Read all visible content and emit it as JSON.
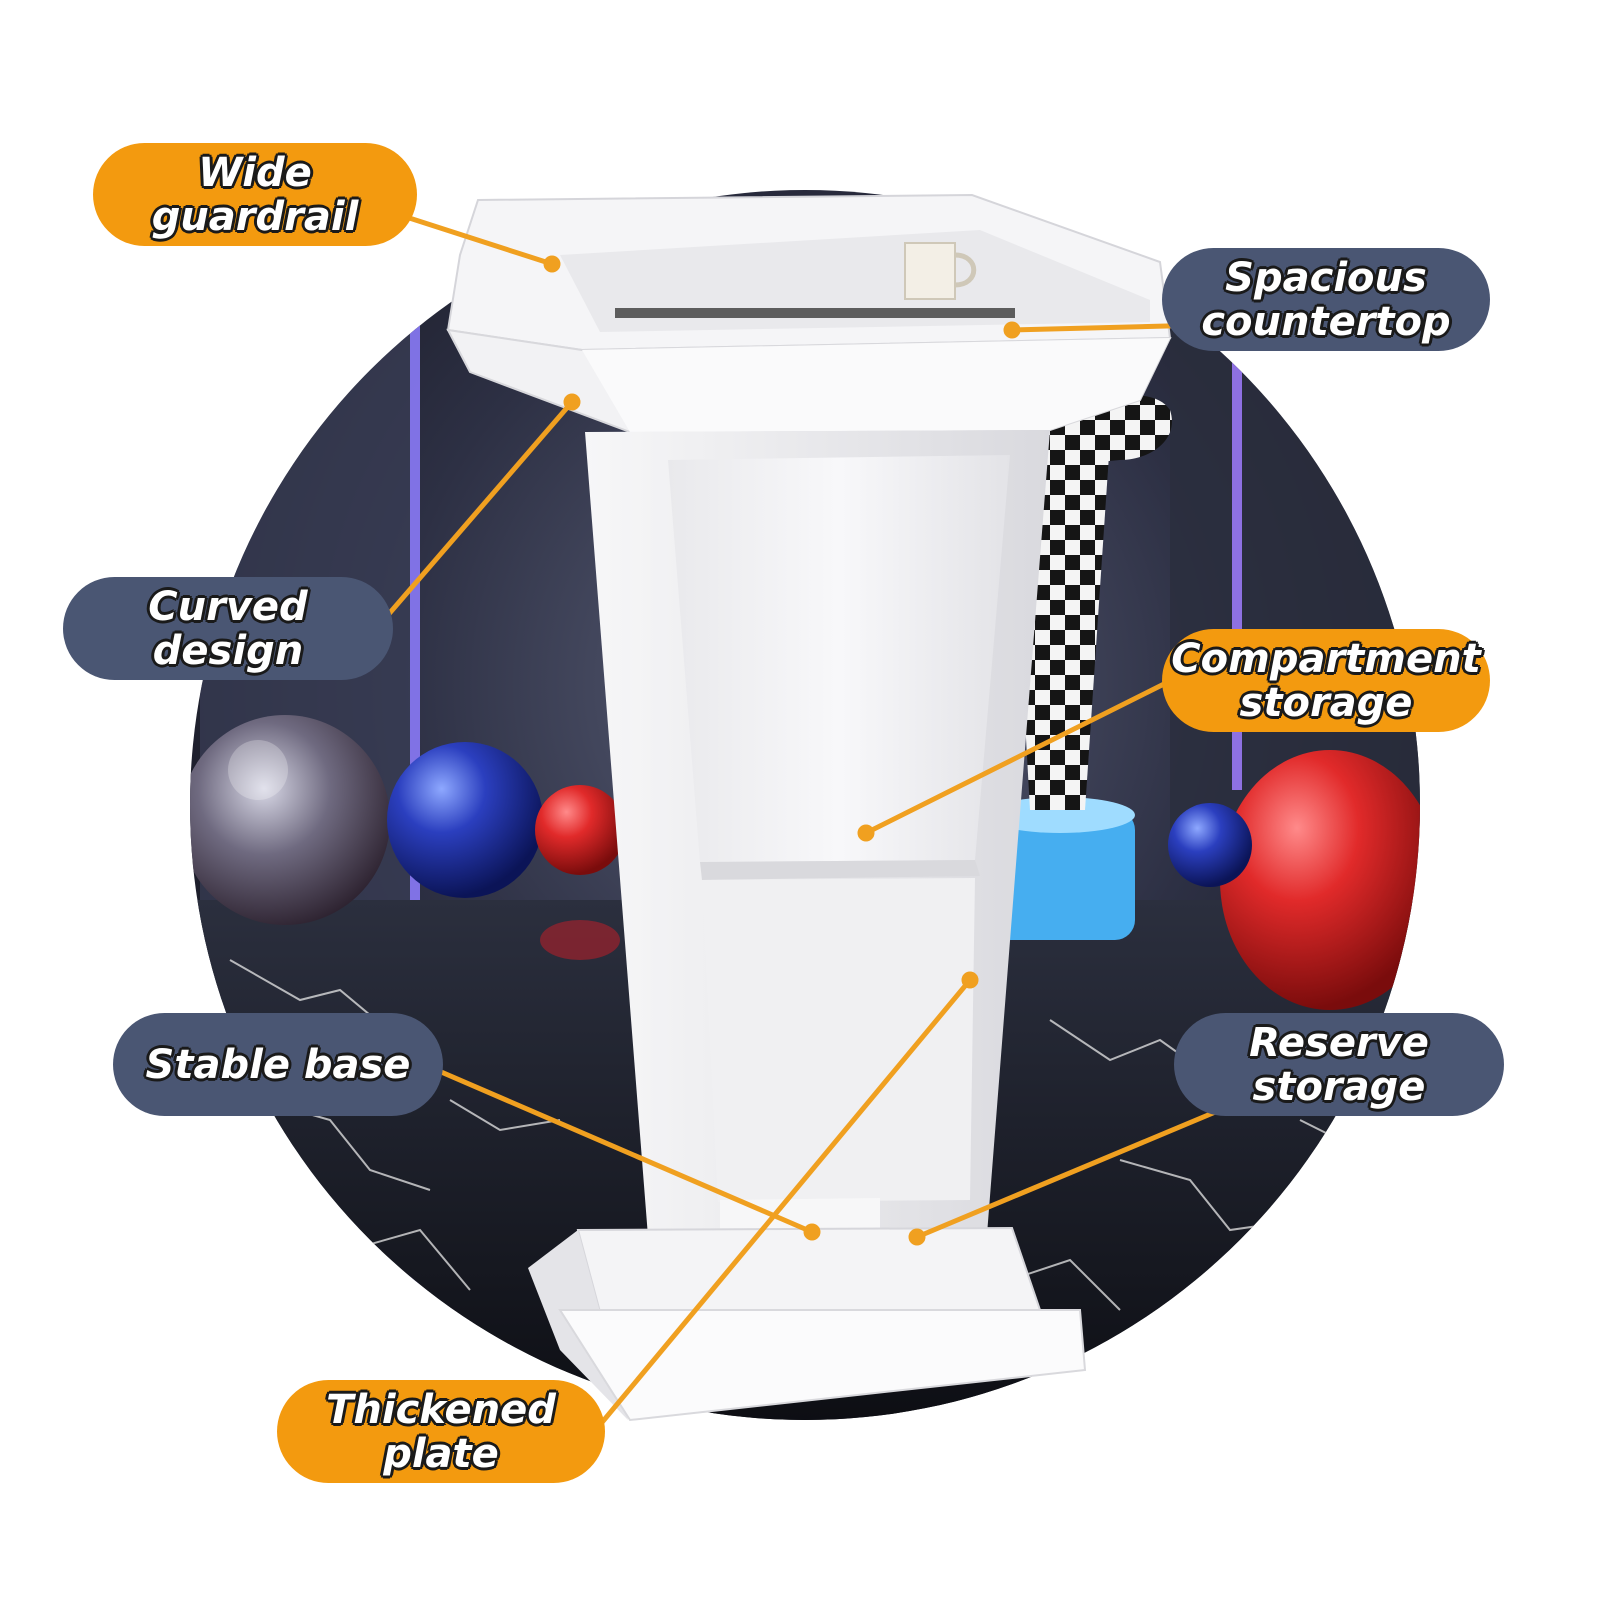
{
  "colors": {
    "orange_callout": "#f39a0f",
    "slate_callout": "#4a5673",
    "leader_line": "#f0a020",
    "podium": "#f6f6f6"
  },
  "callouts": {
    "wide_guardrail": {
      "label": "Wide\nguardrail",
      "style": "orange"
    },
    "spacious_countertop": {
      "label": "Spacious\ncountertop",
      "style": "slate"
    },
    "curved_design": {
      "label": "Curved design",
      "style": "slate"
    },
    "compartment_storage": {
      "label": "Compartment\nstorage",
      "style": "orange"
    },
    "stable_base": {
      "label": "Stable base",
      "style": "slate"
    },
    "reserve_storage": {
      "label": "Reserve\nstorage",
      "style": "slate"
    },
    "thickened_plate": {
      "label": "Thickened\nplate",
      "style": "orange"
    }
  },
  "image": {
    "subject": "white podium lectern",
    "background": "circular scene with glossy spheres, checkered sculpture and black marble floor"
  }
}
